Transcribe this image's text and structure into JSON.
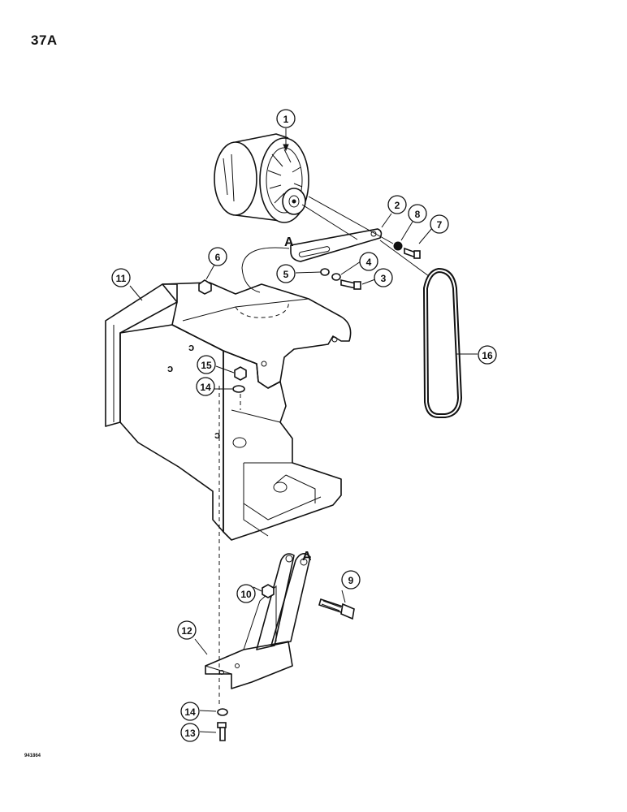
{
  "page_label": "37A",
  "figure_code": "941864",
  "reference_marks": [
    "A",
    "A"
  ],
  "callouts": [
    {
      "id": "c1",
      "num": "1"
    },
    {
      "id": "c2",
      "num": "2"
    },
    {
      "id": "c3",
      "num": "3"
    },
    {
      "id": "c4",
      "num": "4"
    },
    {
      "id": "c5",
      "num": "5"
    },
    {
      "id": "c6",
      "num": "6"
    },
    {
      "id": "c7",
      "num": "7"
    },
    {
      "id": "c8",
      "num": "8"
    },
    {
      "id": "c9",
      "num": "9"
    },
    {
      "id": "c10",
      "num": "10"
    },
    {
      "id": "c11",
      "num": "11"
    },
    {
      "id": "c12",
      "num": "12"
    },
    {
      "id": "c13",
      "num": "13"
    },
    {
      "id": "c14a",
      "num": "14"
    },
    {
      "id": "c14b",
      "num": "14"
    },
    {
      "id": "c15",
      "num": "15"
    },
    {
      "id": "c16",
      "num": "16"
    }
  ]
}
